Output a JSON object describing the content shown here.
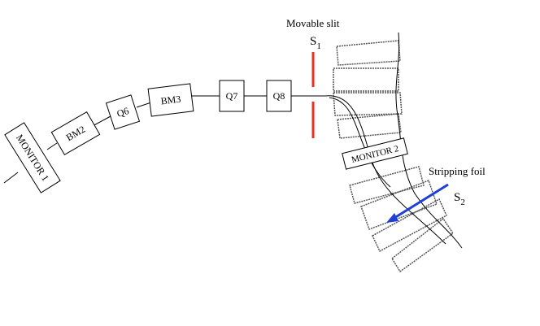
{
  "labels": {
    "monitor1": "MONITOR 1",
    "bm2": "BM2",
    "q6": "Q6",
    "bm3": "BM3",
    "q7": "Q7",
    "q8": "Q8",
    "monitor2": "MONITOR 2",
    "movable_slit": "Movable slit",
    "s1_main": "S",
    "s1_sub": "1",
    "stripping_foil": "Stripping foil",
    "s2_main": "S",
    "s2_sub": "2"
  },
  "colors": {
    "line": "#000000",
    "magnet_outline": "#444444",
    "slit": "#e8321e",
    "foil": "#1f3fd6"
  }
}
